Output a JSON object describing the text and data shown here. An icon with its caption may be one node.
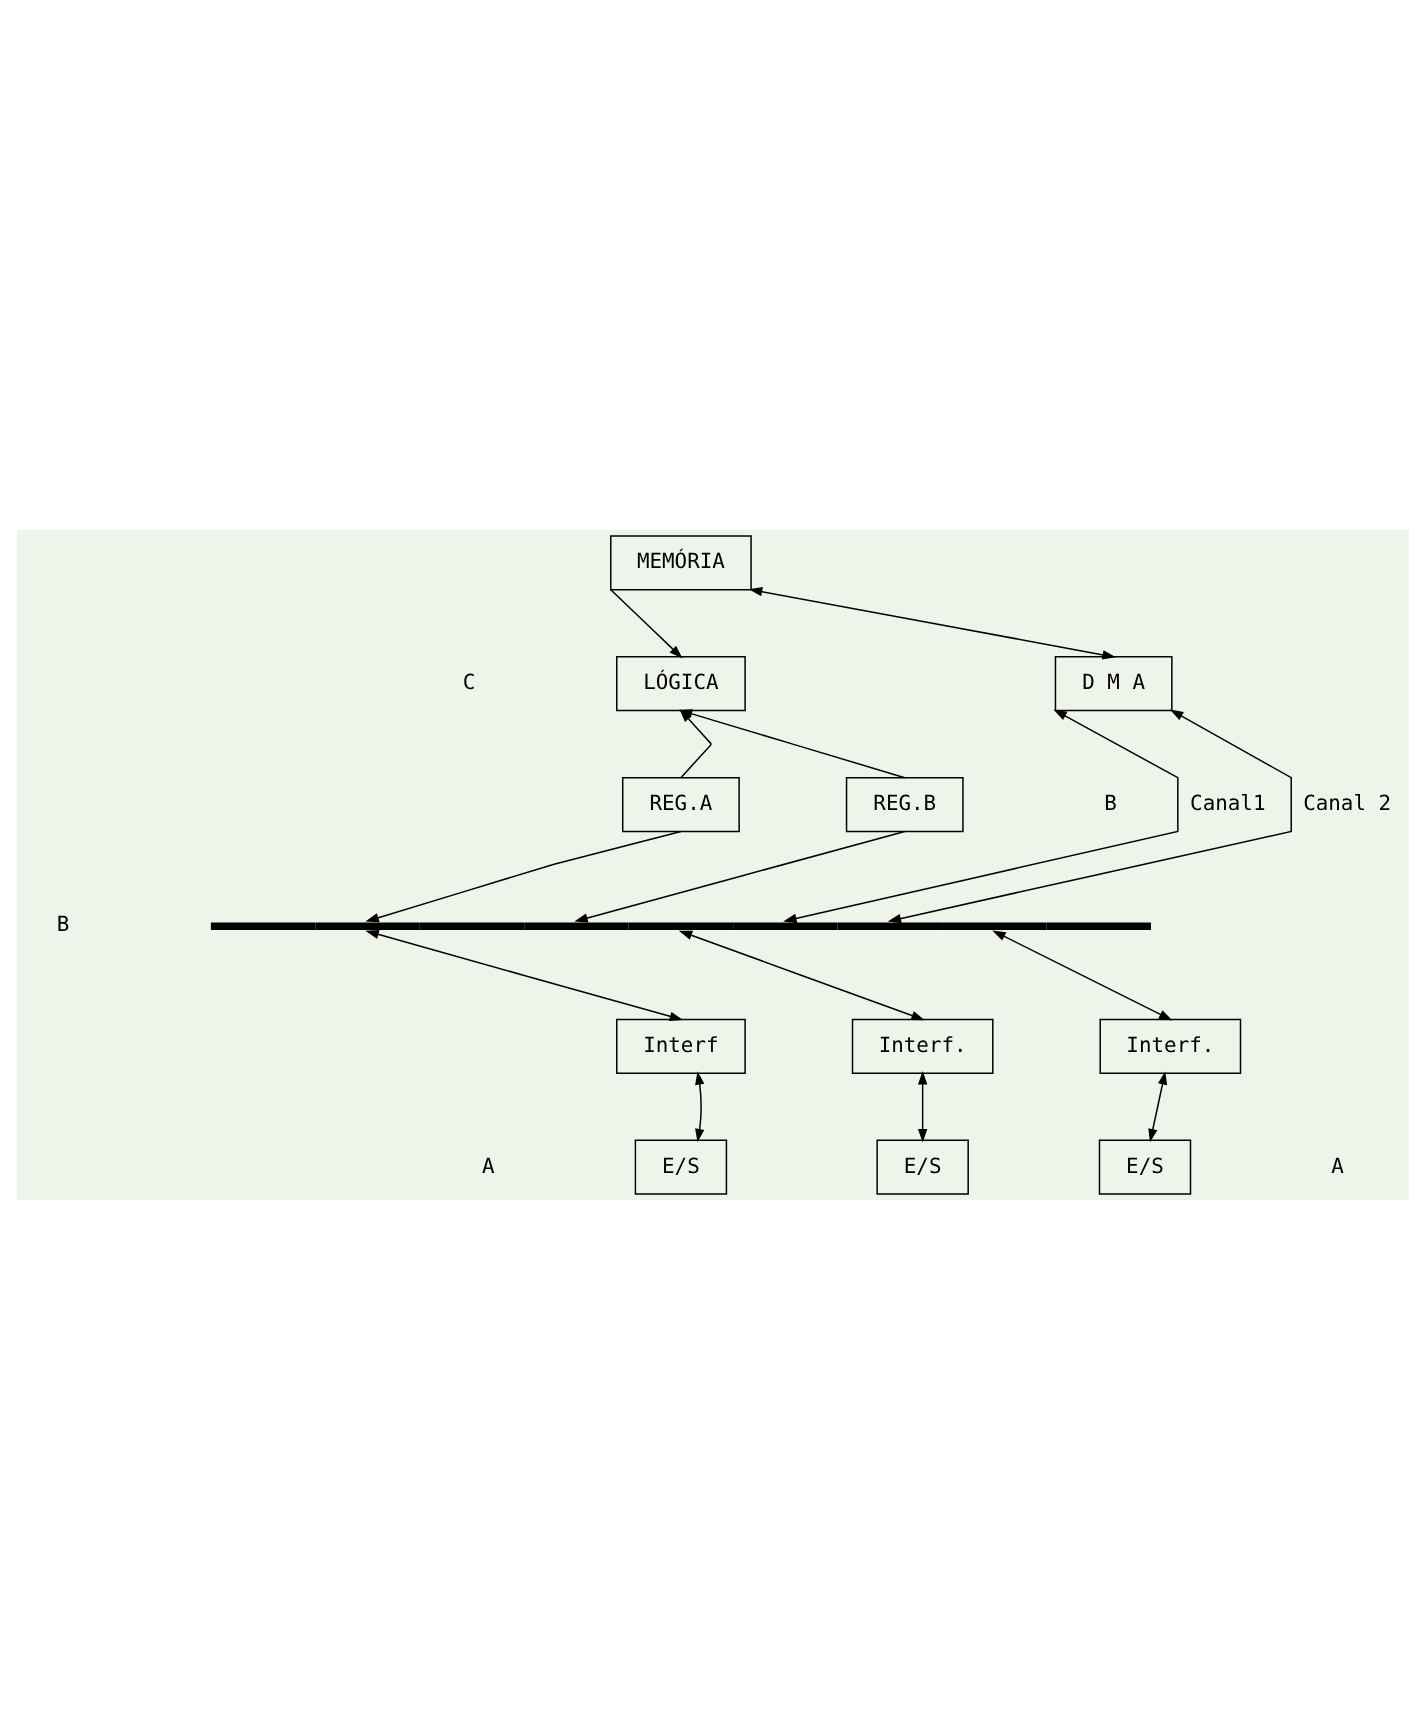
{
  "diagram": {
    "nodes": [
      {
        "text": [
          "MEMÓRIA"
        ]
      },
      {
        "text": [
          "LÓGICA"
        ]
      },
      {
        "text": [
          "D M A"
        ]
      },
      {
        "text": [
          "REG.A"
        ]
      },
      {
        "text": [
          "REG.B"
        ]
      },
      {
        "text": [],
        "shape": "bar"
      },
      {
        "text": [
          "Interf"
        ]
      },
      {
        "text": [
          "Interf."
        ]
      },
      {
        "text": [
          "Interf."
        ]
      },
      {
        "text": [
          "E/S"
        ]
      },
      {
        "text": [
          "E/S"
        ]
      },
      {
        "text": [
          "E/S"
        ]
      }
    ],
    "edges": [
      {
        "from": 0,
        "to": 1,
        "arrow": "to"
      },
      {
        "from": 0,
        "to": 2,
        "arrow": "both"
      },
      {
        "from": 3,
        "to": 1,
        "arrow": "to"
      },
      {
        "from": 4,
        "to": 1,
        "arrow": "to"
      },
      {
        "from": 3,
        "to": 5,
        "arrow": "to"
      },
      {
        "from": 4,
        "to": 5,
        "arrow": "to"
      },
      {
        "from": 2,
        "to": 5,
        "arrow": "both",
        "label": "Canal1"
      },
      {
        "from": 2,
        "to": 5,
        "arrow": "both",
        "label": "Canal 2"
      },
      {
        "from": 5,
        "to": 6,
        "arrow": "both"
      },
      {
        "from": 5,
        "to": 7,
        "arrow": "both"
      },
      {
        "from": 5,
        "to": 8,
        "arrow": "both"
      },
      {
        "from": 6,
        "to": 9,
        "arrow": "both"
      },
      {
        "from": 7,
        "to": 10,
        "arrow": "both"
      },
      {
        "from": 8,
        "to": 11,
        "arrow": "both"
      }
    ],
    "labels": [
      "C",
      "B",
      "B",
      "A",
      "A"
    ]
  }
}
